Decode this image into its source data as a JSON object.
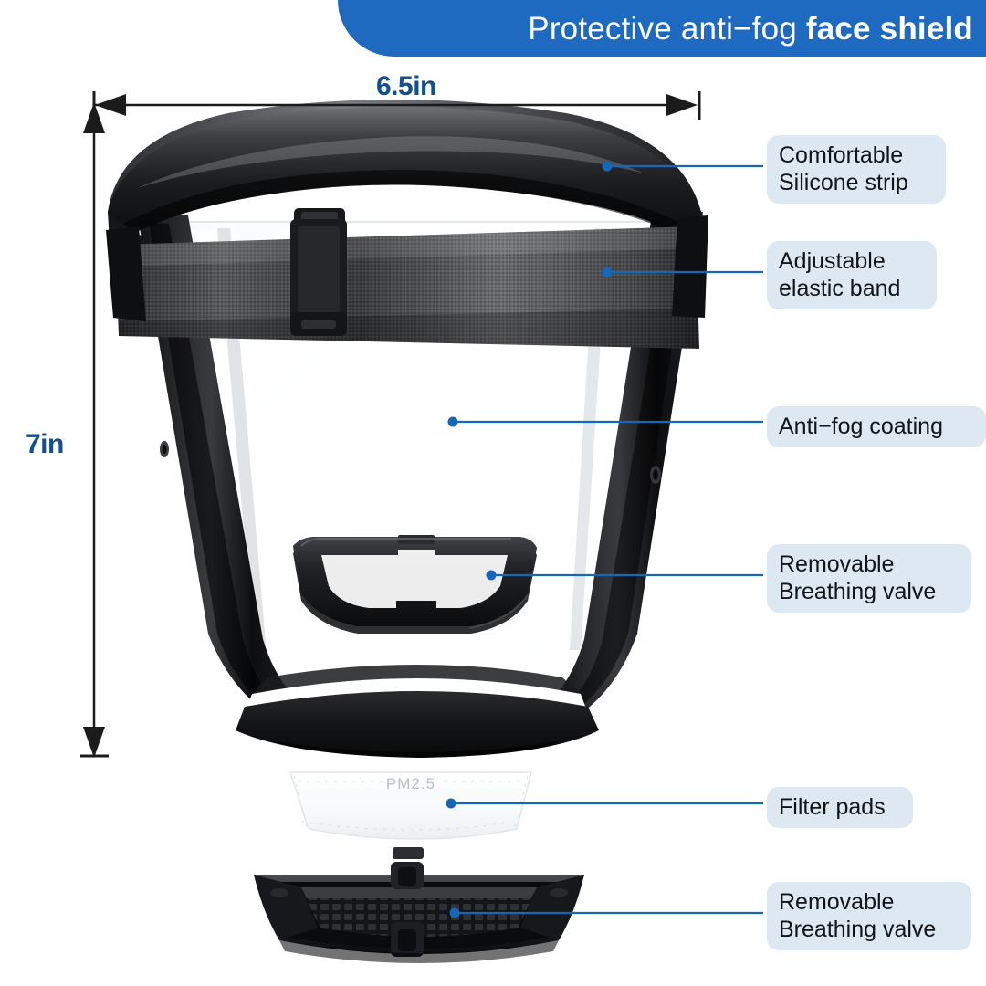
{
  "header": {
    "title_regular": "Protective anti−fog ",
    "title_bold": "face shield",
    "background_color": "#1d6ac0",
    "text_color": "#ffffff"
  },
  "dimensions": {
    "width_label": "6.5in",
    "height_label": "7in",
    "label_color": "#12508f"
  },
  "callouts": [
    {
      "id": "silicone-strip",
      "text": "Comfortable\nSilicone strip"
    },
    {
      "id": "elastic-band",
      "text": "Adjustable\nelastic band"
    },
    {
      "id": "anti-fog-coating",
      "text": "Anti−fog coating"
    },
    {
      "id": "breathing-valve-upper",
      "text": "Removable\nBreathing valve"
    },
    {
      "id": "filter-pads",
      "text": "Filter pads"
    },
    {
      "id": "breathing-valve-lower",
      "text": "Removable\nBreathing valve"
    }
  ],
  "product": {
    "name": "protective anti-fog face shield",
    "filter_pad_print": "PM2.5",
    "accent_color": "#1767b8",
    "label_background": "#dde8f2"
  }
}
